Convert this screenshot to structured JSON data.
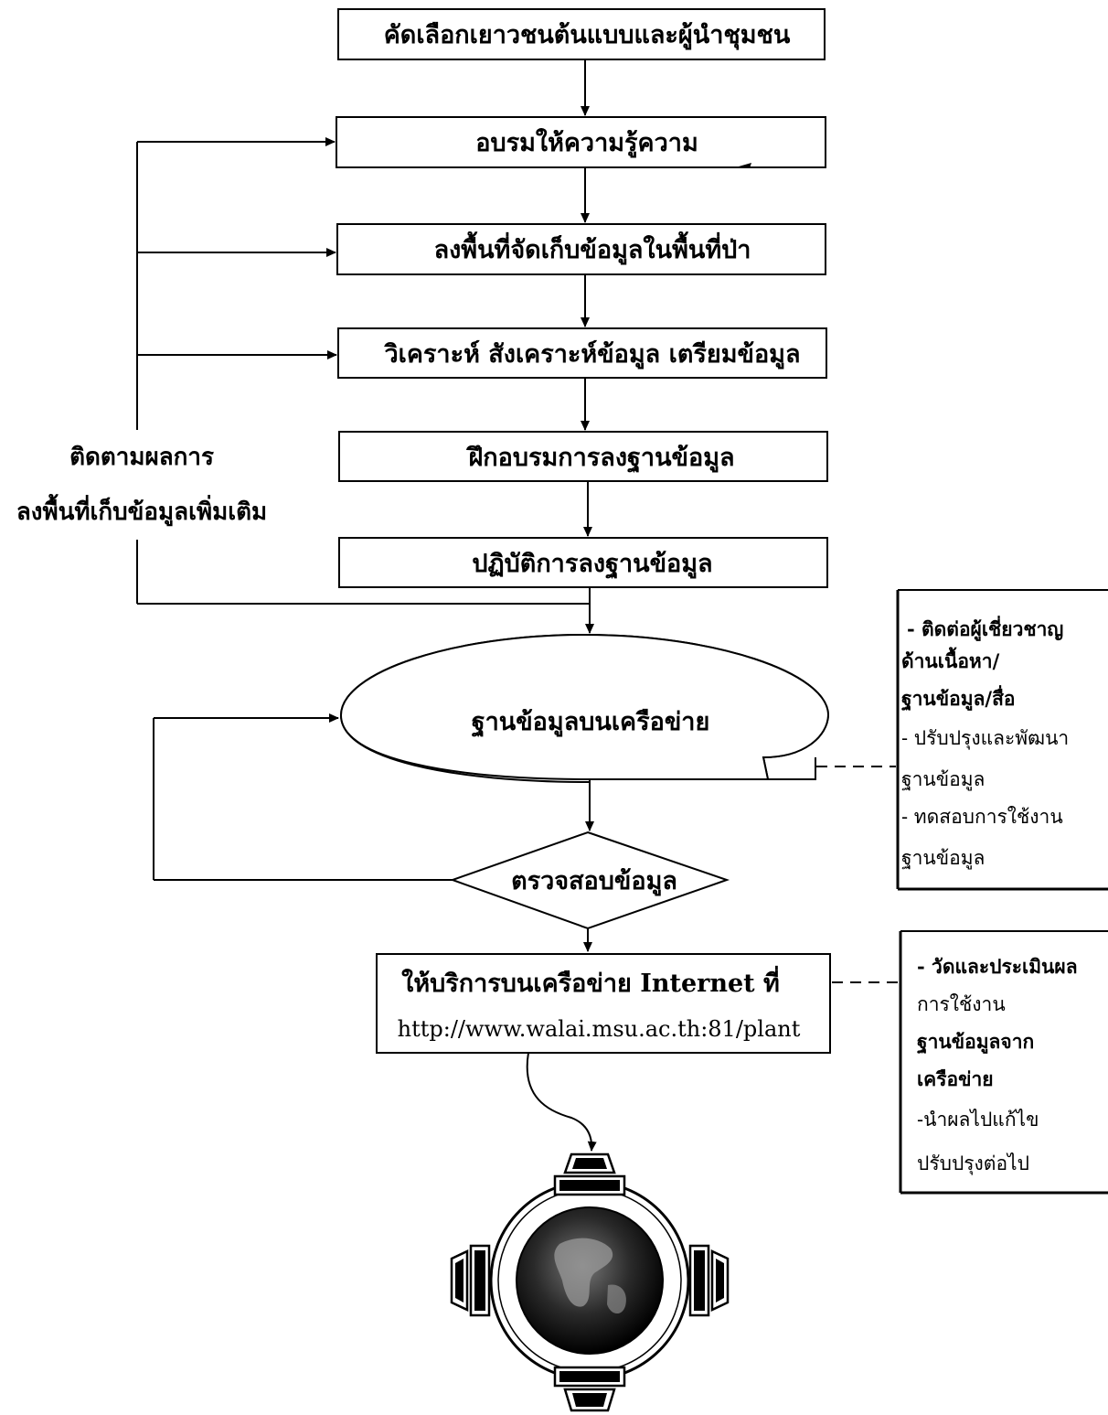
{
  "steps": {
    "select": "คัดเลือกเยาวชนต้นแบบและผู้นำชุมชน",
    "train_knowledge": "อบรมให้ความรู้ความ",
    "field_collect": "ลงพื้นที่จัดเก็บข้อมูลในพื้นที่ป่า",
    "analyze": "วิเคราะห์ สังเคราะห์ข้อมูล เตรียมข้อมูล",
    "train_db": "ฝึกอบรมการลงฐานข้อมูล",
    "practice_db": "ปฏิบัติการลงฐานข้อมูล",
    "network_db": "ฐานข้อมูลบนเครือข่าย",
    "verify": "ตรวจสอบข้อมูล",
    "service_line1": "ให้บริการบนเครือข่าย Internet ที่",
    "service_url": "http://www.walai.msu.ac.th:81/plant"
  },
  "feedback_label": {
    "line1": "ติดตามผลการ",
    "line2": "ลงพื้นที่เก็บข้อมูลเพิ่มเติม"
  },
  "note_expert": [
    "- ติดต่อผู้เชี่ยวชาญ",
    "ด้านเนื้อหา/",
    "ฐานข้อมูล/สื่อ",
    "- ปรับปรุงและพัฒนา",
    "ฐานข้อมูล",
    "- ทดสอบการใช้งาน",
    "ฐานข้อมูล"
  ],
  "note_evaluate": [
    "- วัดและประเมินผล",
    "การใช้งาน",
    "ฐานข้อมูลจาก",
    "เครือข่าย",
    "-นำผลไปแก้ไข",
    "ปรับปรุงต่อไป"
  ],
  "icons": {
    "network": "globe-network-icon"
  }
}
